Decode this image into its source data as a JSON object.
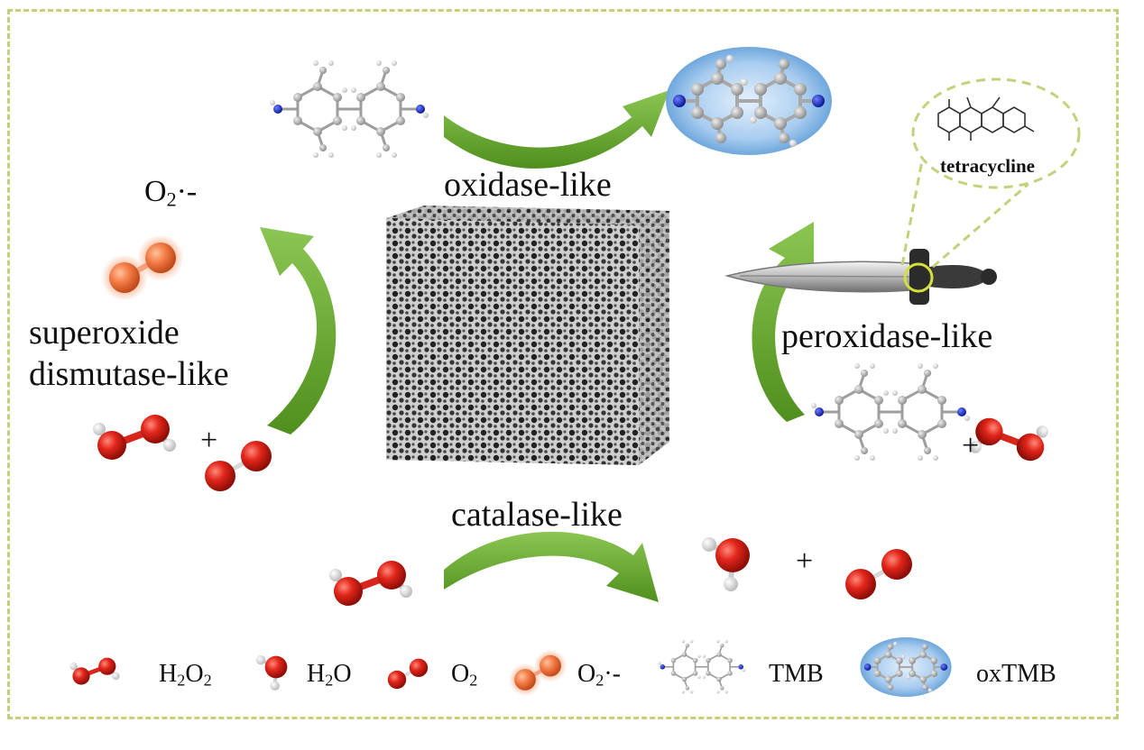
{
  "labels": {
    "oxidase": "oxidase-like",
    "peroxidase": "peroxidase-like",
    "catalase": "catalase-like",
    "sod_line1": "superoxide",
    "sod_line2": "dismutase-like",
    "superoxide_top_main": "O",
    "superoxide_top_sub": "2",
    "superoxide_top_suffix": "·-",
    "tetracycline": "tetracycline"
  },
  "plus_sign": "+",
  "legend": [
    {
      "main": "H",
      "sub1": "2",
      "mid": "O",
      "sub2": "2",
      "suffix": ""
    },
    {
      "main": "H",
      "sub1": "2",
      "mid": "O",
      "sub2": "",
      "suffix": ""
    },
    {
      "main": "O",
      "sub1": "2",
      "mid": "",
      "sub2": "",
      "suffix": ""
    },
    {
      "main": "O",
      "sub1": "2",
      "mid": "",
      "sub2": "",
      "suffix": "·-"
    },
    {
      "main": "TMB",
      "sub1": "",
      "mid": "",
      "sub2": "",
      "suffix": ""
    },
    {
      "main": "oxTMB",
      "sub1": "",
      "mid": "",
      "sub2": "",
      "suffix": ""
    }
  ],
  "colors": {
    "frame": "#c5d17a",
    "arrow": "#6aaa2e",
    "oxygen": "#d9261c",
    "superoxide": "#f07a45",
    "hydrogen": "#f2f2f2",
    "carbon": "#bdbdbd",
    "nitrogen": "#1b2fc9",
    "oxtmb_glow": "#9cc7ee"
  }
}
